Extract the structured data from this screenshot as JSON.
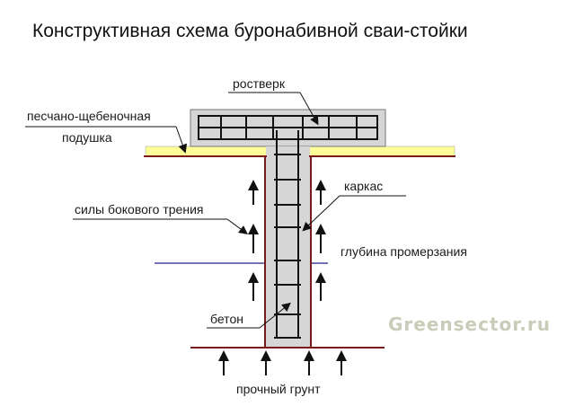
{
  "title": "Конструктивная схема буронабивной сваи-стойки",
  "labels": {
    "grillage": "ростверк",
    "cushion_line1": "песчано-щебеночная",
    "cushion_line2": "подушка",
    "friction": "силы бокового трения",
    "frame": "каркас",
    "frost_depth": "глубина промерзания",
    "concrete": "бетон",
    "soil": "прочный грунт"
  },
  "watermark": "Greensector.ru",
  "colors": {
    "concrete": "#d6d6d6",
    "rebar": "#111111",
    "cushion": "#ffff99",
    "ground_line": "#7a1a1a",
    "frost_line": "#1f1f8f",
    "watermark": "#c9ccb8"
  }
}
